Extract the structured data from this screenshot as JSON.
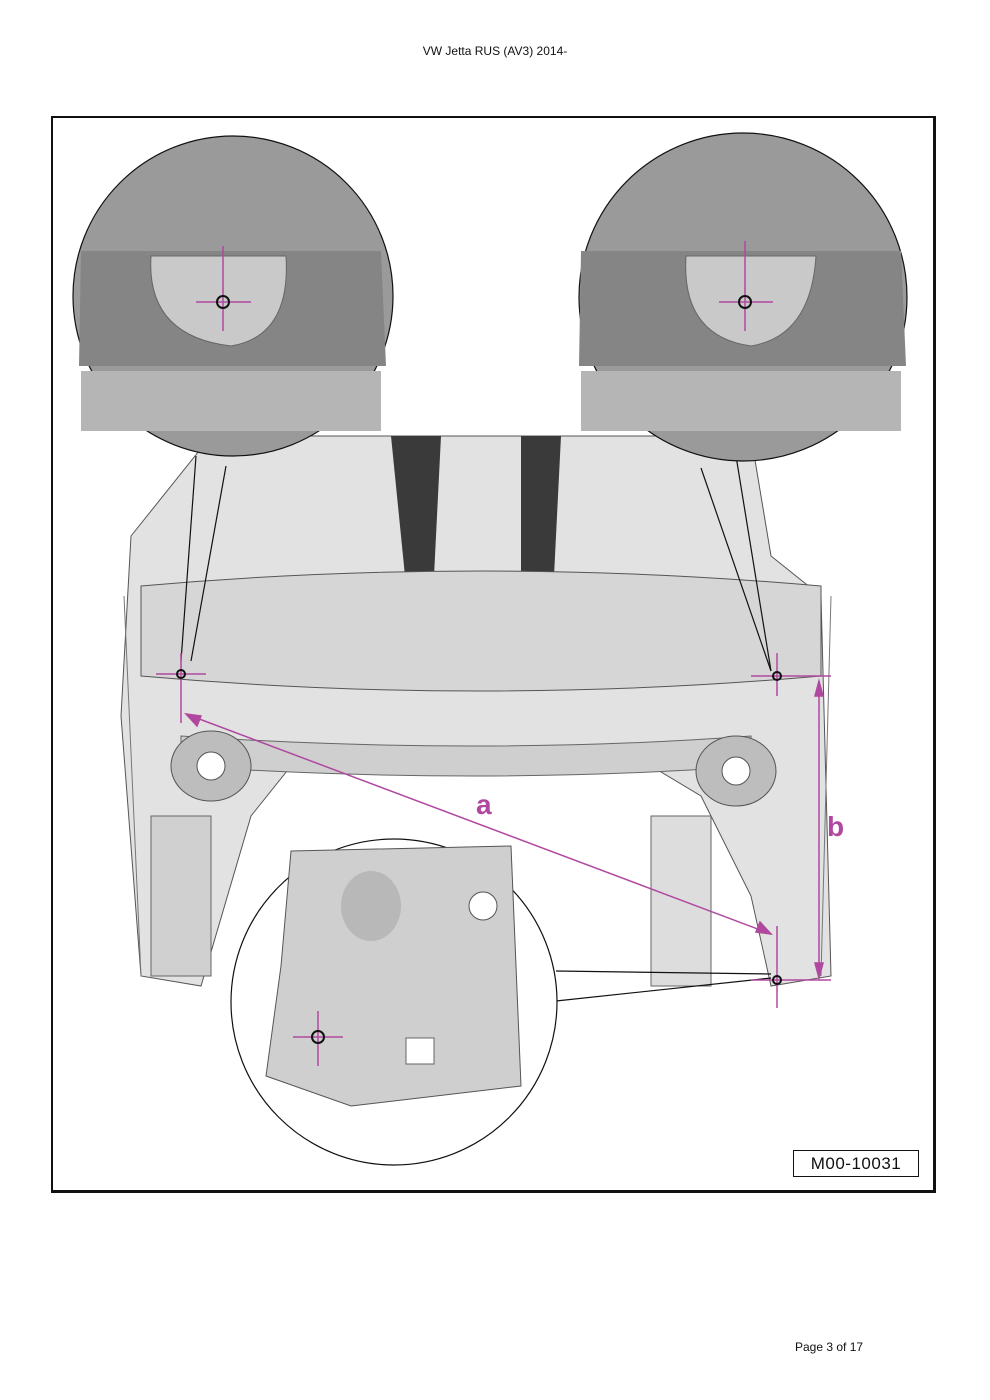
{
  "header": {
    "title": "VW Jetta RUS (AV3) 2014-"
  },
  "figure": {
    "id_label": "M00-10031",
    "dimension_labels": {
      "a": "a",
      "b": "b"
    },
    "colors": {
      "dimension": "#b0489f",
      "panel": "#d9d9d9",
      "panel_dark": "#8a8a8a"
    }
  },
  "footer": {
    "page": "Page 3 of 17"
  }
}
